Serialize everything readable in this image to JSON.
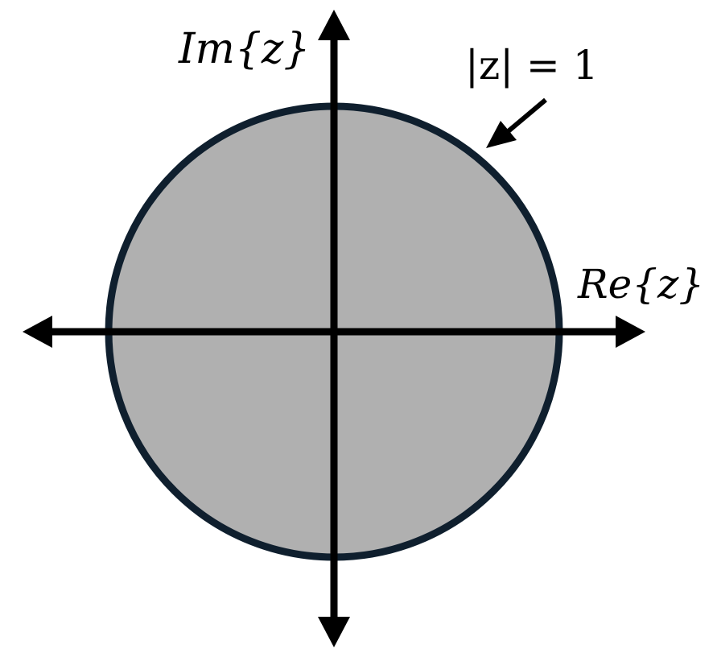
{
  "diagram": {
    "labels": {
      "imaginary_axis": "Im{z}",
      "real_axis": "Re{z}",
      "circle": "|z| = 1"
    },
    "colors": {
      "disk_fill": "#b0b0b0",
      "circle_stroke": "#0f1f2e",
      "axis": "#000000",
      "background": "#ffffff"
    }
  }
}
